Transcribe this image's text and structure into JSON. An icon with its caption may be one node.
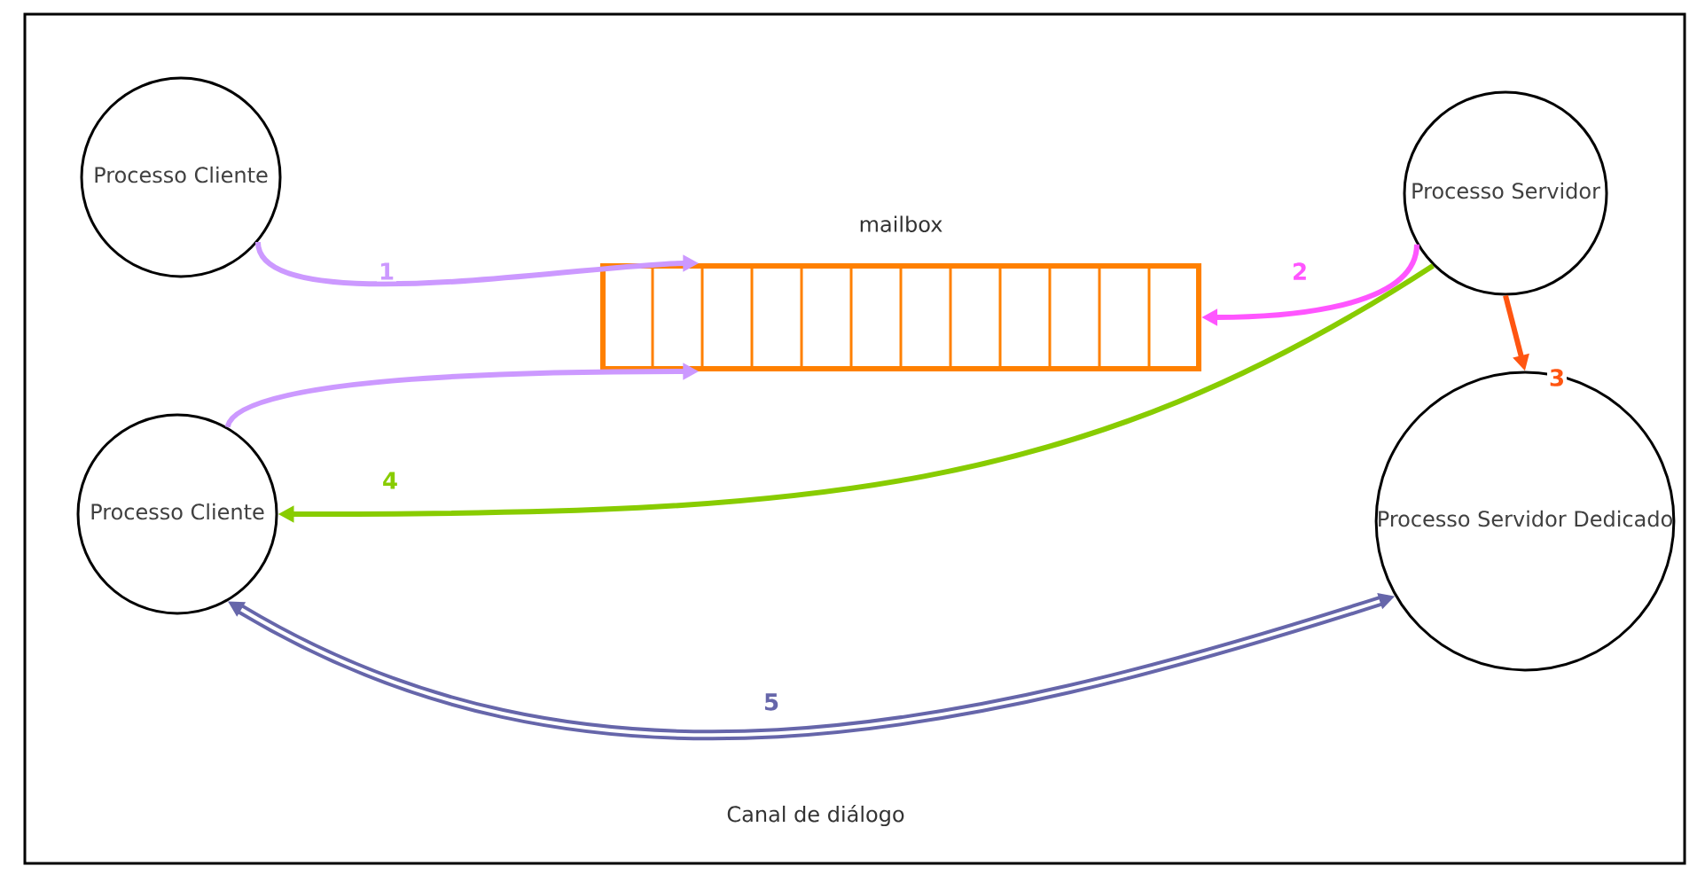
{
  "diagram": {
    "nodes": [
      {
        "text": [
          "Processo Cliente"
        ]
      },
      {
        "text": [
          "mailbox"
        ]
      },
      {
        "text": [
          "Processo Servidor"
        ]
      },
      {
        "text": [
          "Processo Cliente"
        ]
      },
      {
        "text": [
          "Processo Servidor Dedicado"
        ]
      }
    ],
    "edges": [
      {
        "from": 0,
        "to": 1,
        "arrow": "to",
        "label": "1",
        "color": "#cc99ff"
      },
      {
        "from": 3,
        "to": 1,
        "arrow": "to",
        "color": "#cc99ff"
      },
      {
        "from": 2,
        "to": 1,
        "arrow": "to",
        "label": "2",
        "color": "#ff55ff"
      },
      {
        "from": 2,
        "to": 4,
        "arrow": "to",
        "label": "3",
        "color": "#ff5511"
      },
      {
        "from": 2,
        "to": 3,
        "arrow": "to",
        "label": "4",
        "color": "#88cc00"
      },
      {
        "from": 3,
        "to": 4,
        "arrow": "both",
        "label": "5",
        "style": "thick",
        "color": "#6666aa"
      }
    ],
    "labels": [
      "Canal de diálogo"
    ]
  }
}
